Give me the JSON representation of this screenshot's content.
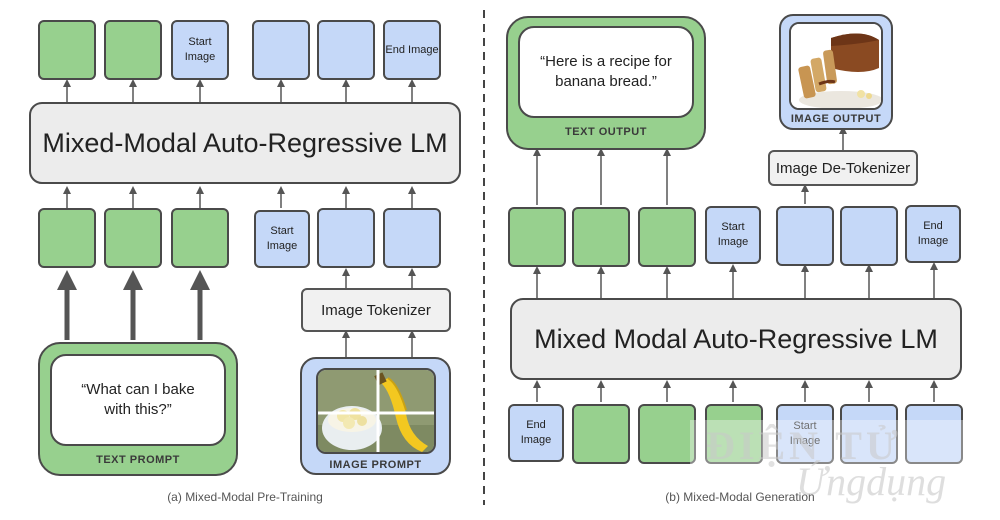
{
  "left": {
    "lm_label": "Mixed-Modal Auto-Regressive LM",
    "start_image": "Start Image",
    "end_image": "End Image",
    "input_start_image": "Start Image",
    "tokenizer_label": "Image Tokenizer",
    "text_prompt_quote": "“What can I bake with this?”",
    "text_prompt_caption": "TEXT PROMPT",
    "image_prompt_caption": "IMAGE PROMPT",
    "subtitle": "(a) Mixed-Modal Pre-Training"
  },
  "right": {
    "lm_label": "Mixed Modal Auto-Regressive LM",
    "start_image": "Start Image",
    "end_image": "End Image",
    "input_end_image": "End Image",
    "input_start_image": "Start Image",
    "detokenizer_label": "Image De-Tokenizer",
    "text_output_quote": "“Here is a recipe for banana bread.”",
    "text_output_caption": "TEXT OUTPUT",
    "image_output_caption": "IMAGE OUTPUT",
    "subtitle": "(b) Mixed-Modal Generation"
  },
  "watermark": {
    "line1": "ĐIỆN TỬ",
    "line2": "Ứngdụng"
  },
  "colors": {
    "text_token": "#97d08e",
    "image_token": "#c5d8f8",
    "lm_fill": "#ececec",
    "border": "#4a4a4a"
  }
}
